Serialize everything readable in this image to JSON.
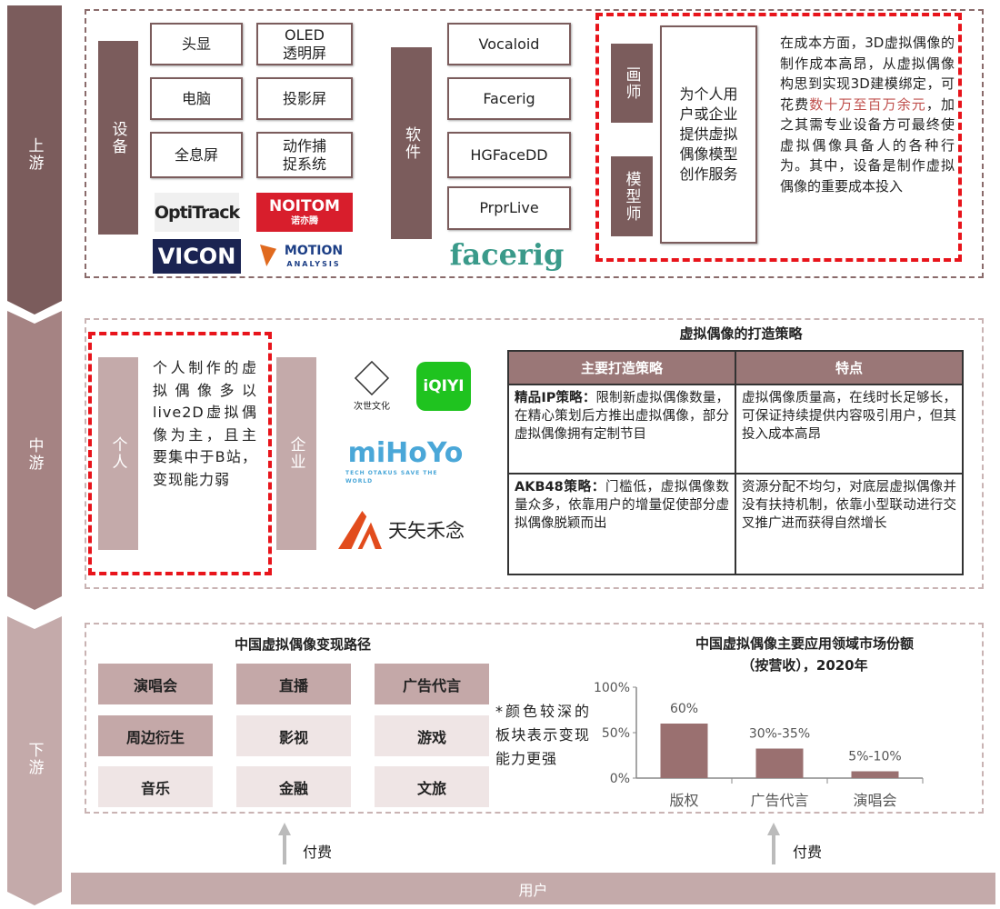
{
  "stages": {
    "upstream": "上游",
    "midstream": "中游",
    "downstream": "下游"
  },
  "upstream": {
    "equipment_label": "设备",
    "equipment_items": [
      "头显",
      "OLED\n透明屏",
      "电脑",
      "投影屏",
      "全息屏",
      "动作捕\n捉系统"
    ],
    "equipment_logos": [
      "OptiTrack",
      "NOITOM",
      "诺亦腾",
      "VICON",
      "MOTION",
      "ANALYSIS"
    ],
    "software_label": "软件",
    "software_items": [
      "Vocaloid",
      "Facerig",
      "HGFaceDD",
      "PrprLive"
    ],
    "software_logo": "facerig",
    "painter_label": "画师",
    "modeler_label": "模型师",
    "service_text": "为个人用户或企业提供虚拟偶像模型创作服务",
    "cost_text_before": "在成本方面，3D虚拟偶像的制作成本高昂，从虚拟偶像构思到实现3D建模绑定，可花费",
    "cost_highlight": "数十万至百万余元",
    "cost_text_after": "，加之其需专业设备方可最终使虚拟偶像具备人的各种行为。其中，设备是制作虚拟偶像的重要成本投入"
  },
  "midstream": {
    "individual_label": "个人",
    "individual_text": "个人制作的虚拟偶像多以live2D虚拟偶像为主，且主要集中于B站，变现能力弱",
    "enterprise_label": "企业",
    "enterprise_logos": [
      "次世文化",
      "iQIYI",
      "miHoYo",
      "TECH OTAKUS SAVE THE WORLD",
      "天矢禾念"
    ],
    "table_title": "虚拟偶像的打造策略",
    "table_headers": [
      "主要打造策略",
      "特点"
    ],
    "table_rows": [
      {
        "strategy_name": "精品IP策略：",
        "strategy_desc": "限制新虚拟偶像数量，在精心策划后方推出虚拟偶像，部分虚拟偶像拥有定制节目",
        "feature": "虚拟偶像质量高，在线时长足够长，可保证持续提供内容吸引用户，但其投入成本高昂"
      },
      {
        "strategy_name": "AKB48策略：",
        "strategy_desc": "门槛低，虚拟偶像数量众多，依靠用户的增量促使部分虚拟偶像脱颖而出",
        "feature": "资源分配不均匀，对底层虚拟偶像并没有扶持机制，依靠小型联动进行交叉推广进而获得自然增长"
      }
    ]
  },
  "downstream": {
    "path_title": "中国虚拟偶像变现路径",
    "tiles": [
      {
        "label": "演唱会",
        "dark": true
      },
      {
        "label": "直播",
        "dark": true
      },
      {
        "label": "广告代言",
        "dark": true
      },
      {
        "label": "周边衍生",
        "dark": true
      },
      {
        "label": "影视",
        "dark": false
      },
      {
        "label": "游戏",
        "dark": false
      },
      {
        "label": "音乐",
        "dark": false
      },
      {
        "label": "金融",
        "dark": false
      },
      {
        "label": "文旅",
        "dark": false
      }
    ],
    "note": "*颜色较深的板块表示变现能力更强",
    "pay_label": "付费",
    "user_label": "用户"
  },
  "colors": {
    "dark": "#7b5c5c",
    "mid": "#a58383",
    "light": "#c4aaaa",
    "highlight": "#e8141b",
    "bar": "#9a7070"
  },
  "chart_data": {
    "type": "bar",
    "title": "中国虚拟偶像主要应用领域市场份额",
    "subtitle": "（按营收），2020年",
    "categories": [
      "版权",
      "广告代言",
      "演唱会"
    ],
    "values": [
      60,
      32.5,
      7.5
    ],
    "data_labels": [
      "60%",
      "30%-35%",
      "5%-10%"
    ],
    "yticks": [
      "0%",
      "50%",
      "100%"
    ],
    "ylim": [
      0,
      100
    ],
    "grid": false
  }
}
